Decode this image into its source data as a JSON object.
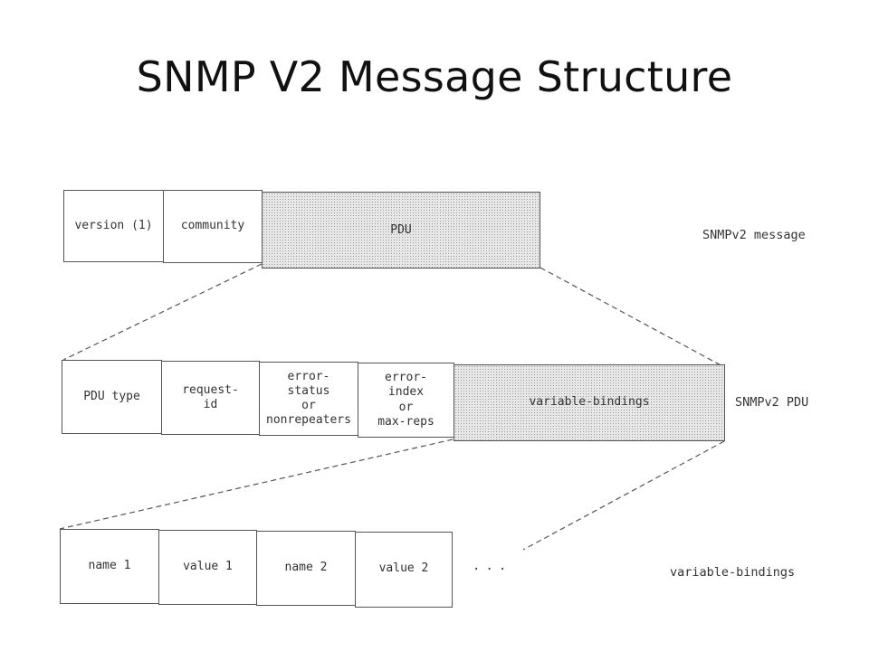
{
  "title": "SNMP V2 Message Structure",
  "message_row": {
    "label": "SNMPv2 message",
    "cells": [
      "version (1)",
      "community",
      "PDU"
    ]
  },
  "pdu_row": {
    "label": "SNMPv2 PDU",
    "cells": [
      "PDU type",
      "request-\nid",
      "error-\nstatus\nor\nnonrepeaters",
      "error-\nindex\nor\nmax-reps",
      "variable-bindings"
    ]
  },
  "bindings_row": {
    "label": "variable-bindings",
    "cells": [
      "name 1",
      "value 1",
      "name 2",
      "value 2"
    ],
    "ellipsis": "..."
  }
}
